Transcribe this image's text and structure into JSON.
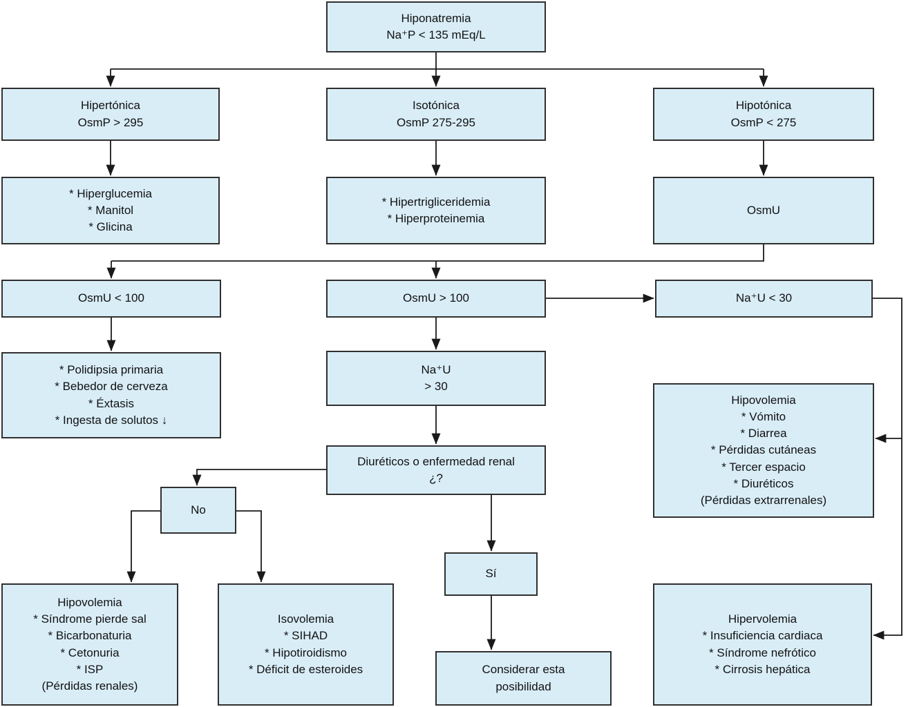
{
  "colors": {
    "box_fill": "#d9edf7",
    "box_border": "#2f2f2f",
    "connector": "#1a1a1a",
    "background": "#ffffff",
    "text": "#111111"
  },
  "nodes": {
    "hiponatremia": {
      "lines": [
        "Hiponatremia",
        "Na⁺P < 135 mEq/L"
      ]
    },
    "hipertonica": {
      "lines": [
        "Hipertónica",
        "OsmP > 295"
      ]
    },
    "isotonica": {
      "lines": [
        "Isotónica",
        "OsmP 275-295"
      ]
    },
    "hipotonica": {
      "lines": [
        "Hipotónica",
        "OsmP < 275"
      ]
    },
    "causas_hipertonica": {
      "lines": [
        "* Hiperglucemia",
        "* Manitol",
        "* Glicina"
      ]
    },
    "causas_isotonica": {
      "lines": [
        "* Hipertrigliceridemia",
        "* Hiperproteinemia"
      ]
    },
    "osmu": {
      "lines": [
        "OsmU"
      ]
    },
    "osmu_baja": {
      "lines": [
        "OsmU < 100"
      ]
    },
    "osmu_alta": {
      "lines": [
        "OsmU > 100"
      ]
    },
    "nau_baja": {
      "lines": [
        "Na⁺U < 30"
      ]
    },
    "causas_osmu_baja": {
      "lines": [
        "* Polidipsia primaria",
        "* Bebedor de cerveza",
        "* Éxtasis",
        "* Ingesta de solutos ↓"
      ]
    },
    "nau_alta": {
      "lines": [
        "Na⁺U",
        "> 30"
      ]
    },
    "hipovolemia_extrarrenal": {
      "lines": [
        "Hipovolemia",
        "* Vómito",
        "* Diarrea",
        "* Pérdidas cutáneas",
        "* Tercer espacio",
        "* Diuréticos",
        "(Pérdidas extrarrenales)"
      ]
    },
    "diureticos_enfermedad_renal": {
      "lines": [
        "Diuréticos o enfermedad renal",
        "¿?"
      ]
    },
    "no": {
      "lines": [
        "No"
      ]
    },
    "si": {
      "lines": [
        "Sí"
      ]
    },
    "hipovolemia_renal": {
      "lines": [
        "Hipovolemia",
        "* Síndrome pierde sal",
        "* Bicarbonaturia",
        "* Cetonuria",
        "* ISP",
        "(Pérdidas renales)"
      ]
    },
    "isovolemia": {
      "lines": [
        "Isovolemia",
        "* SIHAD",
        "* Hipotiroidismo",
        "* Déficit de esteroides"
      ]
    },
    "considerar": {
      "lines": [
        "Considerar esta",
        "posibilidad"
      ]
    },
    "hipervolemia": {
      "lines": [
        "Hipervolemia",
        "* Insuficiencia cardiaca",
        "* Síndrome nefrótico",
        "* Cirrosis hepática"
      ]
    }
  }
}
